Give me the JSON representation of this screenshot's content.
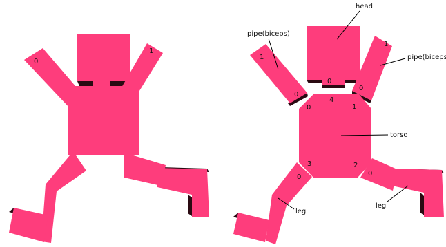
{
  "colors": {
    "body": "#fe3d7c",
    "shadow": "#2a0a12",
    "text": "#111111",
    "background": "#ffffff"
  },
  "assembled_figure": {
    "left_arm_index": "0",
    "right_arm_index": "1"
  },
  "exploded_figure": {
    "head": {
      "label": "head",
      "connector_index": "0"
    },
    "left_arm": {
      "label": "pipe(biceps)",
      "top_index": "1",
      "bottom_index": "0"
    },
    "right_arm": {
      "label": "pipe(biceps)",
      "top_index": "1",
      "bottom_index": "0"
    },
    "torso": {
      "label": "torso",
      "indices": {
        "top_left": "0",
        "top_center": "4",
        "top_right": "1",
        "bottom_right": "2",
        "bottom_left": "3"
      }
    },
    "left_leg": {
      "label": "leg",
      "index": "0"
    },
    "right_leg": {
      "label": "leg",
      "index": "0"
    }
  }
}
